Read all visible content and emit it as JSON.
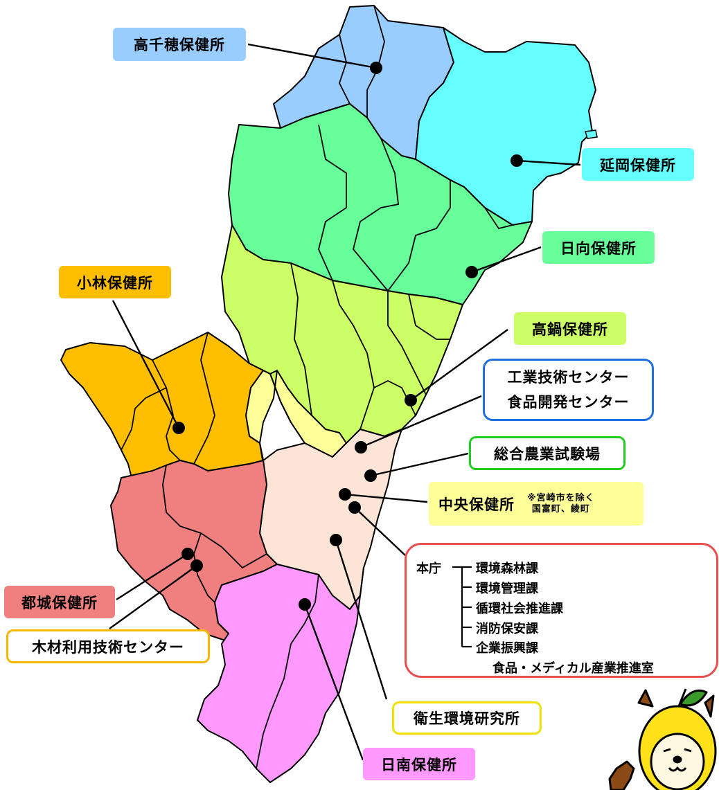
{
  "labels": {
    "takachiho": "高千穂保健所",
    "nobeoka": "延岡保健所",
    "hyuga": "日向保健所",
    "kobayashi": "小林保健所",
    "takanabe": "高鍋保健所",
    "kogyo_1": "工業技術センター",
    "kogyo_2": "食品開発センター",
    "nogyo": "総合農業試験場",
    "chuo": "中央保健所",
    "chuo_note_1": "※宮崎市を除く",
    "chuo_note_2": "国富町、綾町",
    "miyakonojo": "都城保健所",
    "mokuzai": "木材利用技術センター",
    "eisei": "衛生環境研究所",
    "nichinan": "日南保健所"
  },
  "honcho": {
    "title": "本庁",
    "items": [
      "環境森林課",
      "環境管理課",
      "循環社会推進課",
      "消防保安課",
      "企業振興課"
    ],
    "sub_item": "食品・メディカル産業推進室"
  },
  "colors": {
    "takachiho": "#99ccff",
    "nobeoka": "#66ffff",
    "hyuga": "#66ff99",
    "kobayashi": "#ffbf00",
    "takanabe": "#ccff66",
    "takanabe_south": "#ffff99",
    "chuo": "#fce4d6",
    "miyakonojo": "#f08080",
    "nichinan": "#ff99ff",
    "kogyo_border": "#1e6fe0",
    "nogyo_border": "#22cc22",
    "mokuzai_border": "#f5b800",
    "eisei_border": "#f0e000",
    "honcho_border": "#e85050"
  },
  "mascot_icon": "yuzu-dog-mascot-icon"
}
